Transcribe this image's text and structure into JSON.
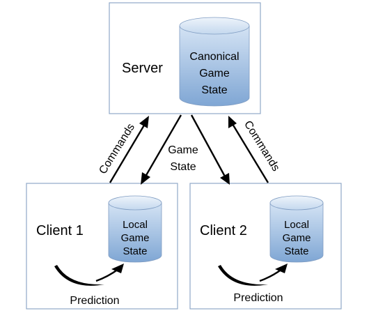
{
  "colors": {
    "box_border": "#8fa8c8",
    "cylinder_top": "#d4e3f4",
    "cylinder_bottom": "#7fa6d4",
    "arrow": "#000000"
  },
  "server": {
    "label": "Server",
    "db_lines": [
      "Canonical",
      "Game",
      "State"
    ]
  },
  "client1": {
    "label": "Client 1",
    "db_lines": [
      "Local",
      "Game",
      "State"
    ],
    "prediction_label": "Prediction"
  },
  "client2": {
    "label": "Client 2",
    "db_lines": [
      "Local",
      "Game",
      "State"
    ],
    "prediction_label": "Prediction"
  },
  "arrows": {
    "commands_left": "Commands",
    "commands_right": "Commands",
    "game_state_lines": [
      "Game",
      "State"
    ]
  }
}
